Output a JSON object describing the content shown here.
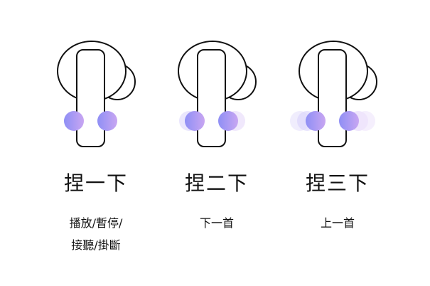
{
  "colors": {
    "outline": "#111111",
    "dot_left": "#8f8ff5",
    "dot_right": "#c8a6f2",
    "background": "#ffffff"
  },
  "gestures": [
    {
      "label": "捏一下",
      "action_lines": [
        "播放/暫停/",
        "接聽/掛斷"
      ],
      "press_count": 1,
      "icon": "earbud-single-press-icon"
    },
    {
      "label": "捏二下",
      "action_lines": [
        "下一首"
      ],
      "press_count": 2,
      "icon": "earbud-double-press-icon"
    },
    {
      "label": "捏三下",
      "action_lines": [
        "上一首"
      ],
      "press_count": 3,
      "icon": "earbud-triple-press-icon"
    }
  ]
}
